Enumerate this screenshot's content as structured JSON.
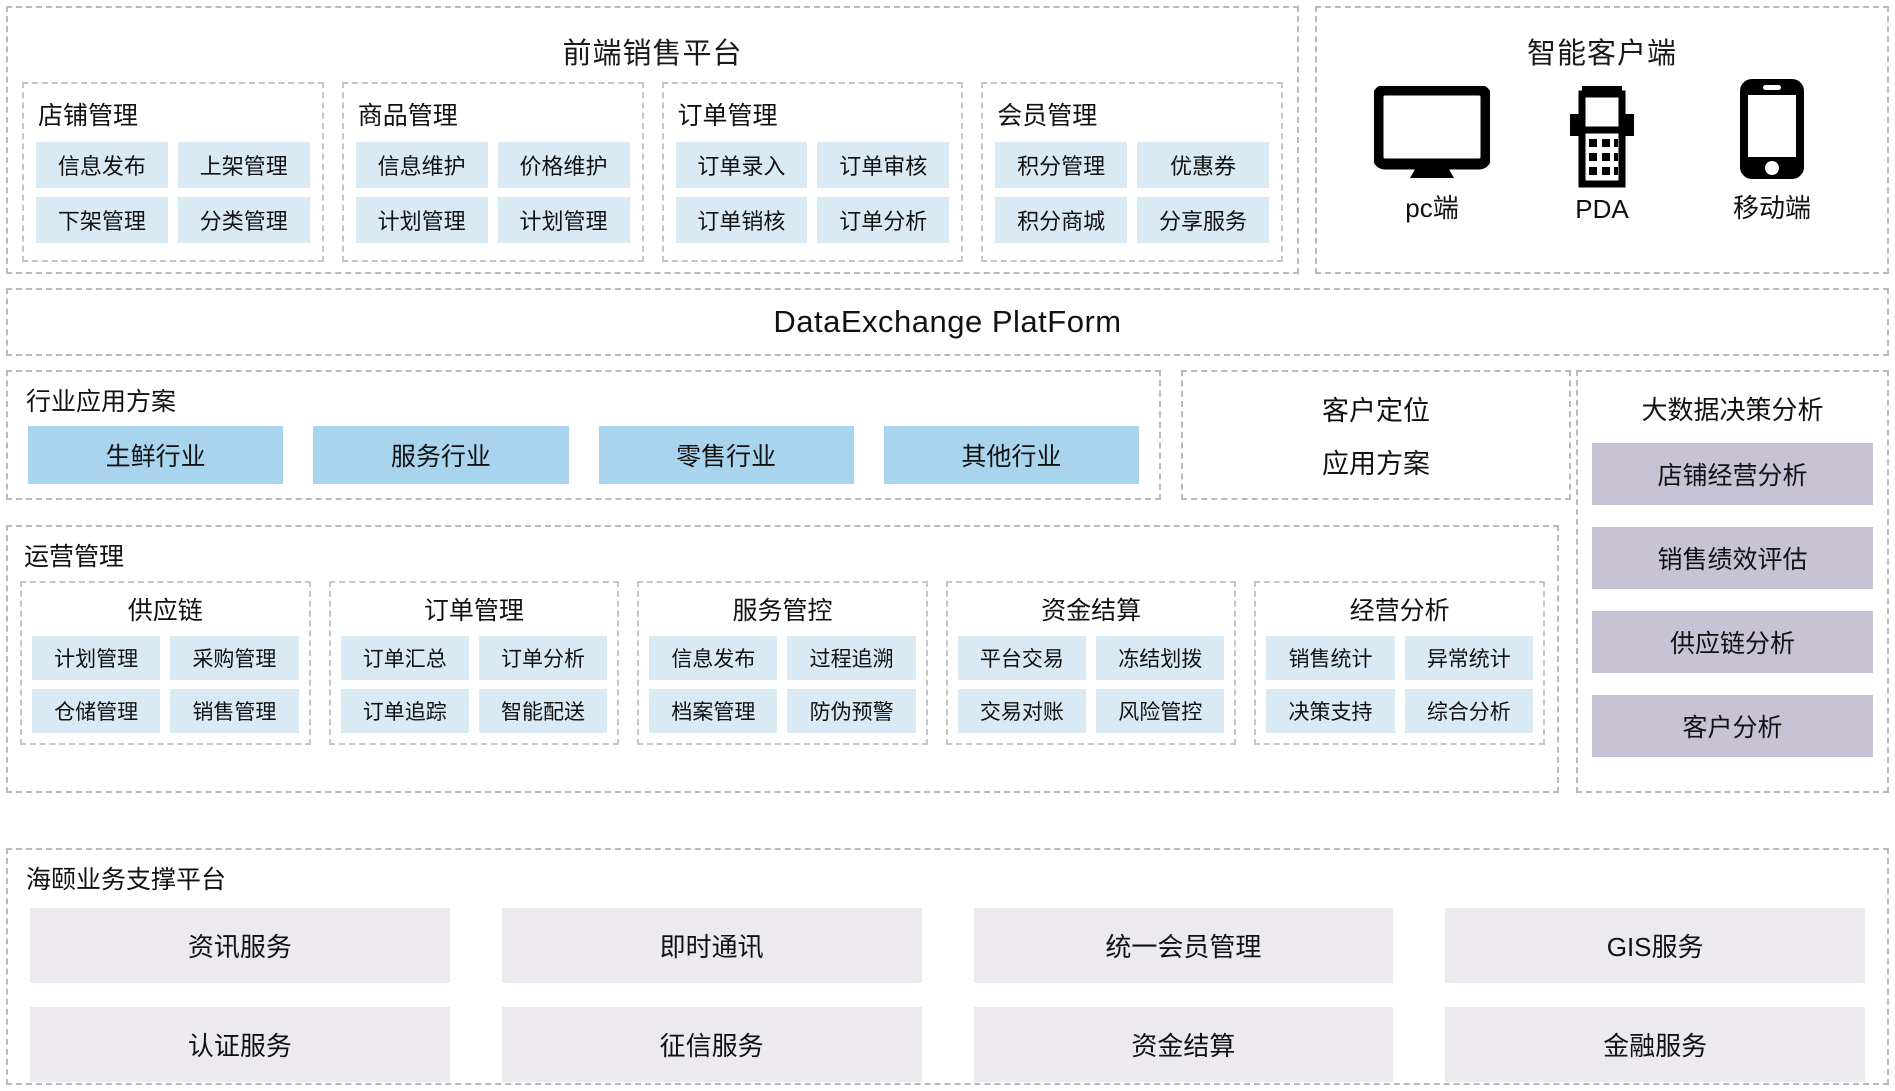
{
  "frontend": {
    "title": "前端销售平台",
    "groups": [
      {
        "title": "店铺管理",
        "items": [
          "信息发布",
          "上架管理",
          "下架管理",
          "分类管理"
        ]
      },
      {
        "title": "商品管理",
        "items": [
          "信息维护",
          "价格维护",
          "计划管理",
          "计划管理"
        ]
      },
      {
        "title": "订单管理",
        "items": [
          "订单录入",
          "订单审核",
          "订单销核",
          "订单分析"
        ]
      },
      {
        "title": "会员管理",
        "items": [
          "积分管理",
          "优惠券",
          "积分商城",
          "分享服务"
        ]
      }
    ]
  },
  "client": {
    "title": "智能客户端",
    "devices": [
      {
        "icon": "monitor-icon",
        "label": "pc端"
      },
      {
        "icon": "pda-icon",
        "label": "PDA"
      },
      {
        "icon": "mobile-icon",
        "label": "移动端"
      }
    ]
  },
  "dataexchange": {
    "title": "DataExchange  PlatForm"
  },
  "industry": {
    "title": "行业应用方案",
    "items": [
      "生鲜行业",
      "服务行业",
      "零售行业",
      "其他行业"
    ]
  },
  "customer": {
    "lines": [
      "客户定位",
      "应用方案"
    ]
  },
  "operations": {
    "title": "运营管理",
    "groups": [
      {
        "title": "供应链",
        "items": [
          "计划管理",
          "采购管理",
          "仓储管理",
          "销售管理"
        ]
      },
      {
        "title": "订单管理",
        "items": [
          "订单汇总",
          "订单分析",
          "订单追踪",
          "智能配送"
        ]
      },
      {
        "title": "服务管控",
        "items": [
          "信息发布",
          "过程追溯",
          "档案管理",
          "防伪预警"
        ]
      },
      {
        "title": "资金结算",
        "items": [
          "平台交易",
          "冻结划拨",
          "交易对账",
          "风险管控"
        ]
      },
      {
        "title": "经营分析",
        "items": [
          "销售统计",
          "异常统计",
          "决策支持",
          "综合分析"
        ]
      }
    ]
  },
  "bigdata": {
    "title": "大数据决策分析",
    "items": [
      "店铺经营分析",
      "销售绩效评估",
      "供应链分析",
      "客户分析"
    ]
  },
  "support": {
    "title": "海颐业务支撑平台",
    "items": [
      "资讯服务",
      "即时通讯",
      "统一会员管理",
      "GIS服务",
      "认证服务",
      "征信服务",
      "资金结算",
      "金融服务"
    ]
  },
  "colors": {
    "chip_blue": "#d9eaf5",
    "industry_blue": "#a8d4ee",
    "bigdata_purple": "#c8c3d4",
    "support_lilac": "#eceaef",
    "border_dashed": "#b9b9b9"
  }
}
